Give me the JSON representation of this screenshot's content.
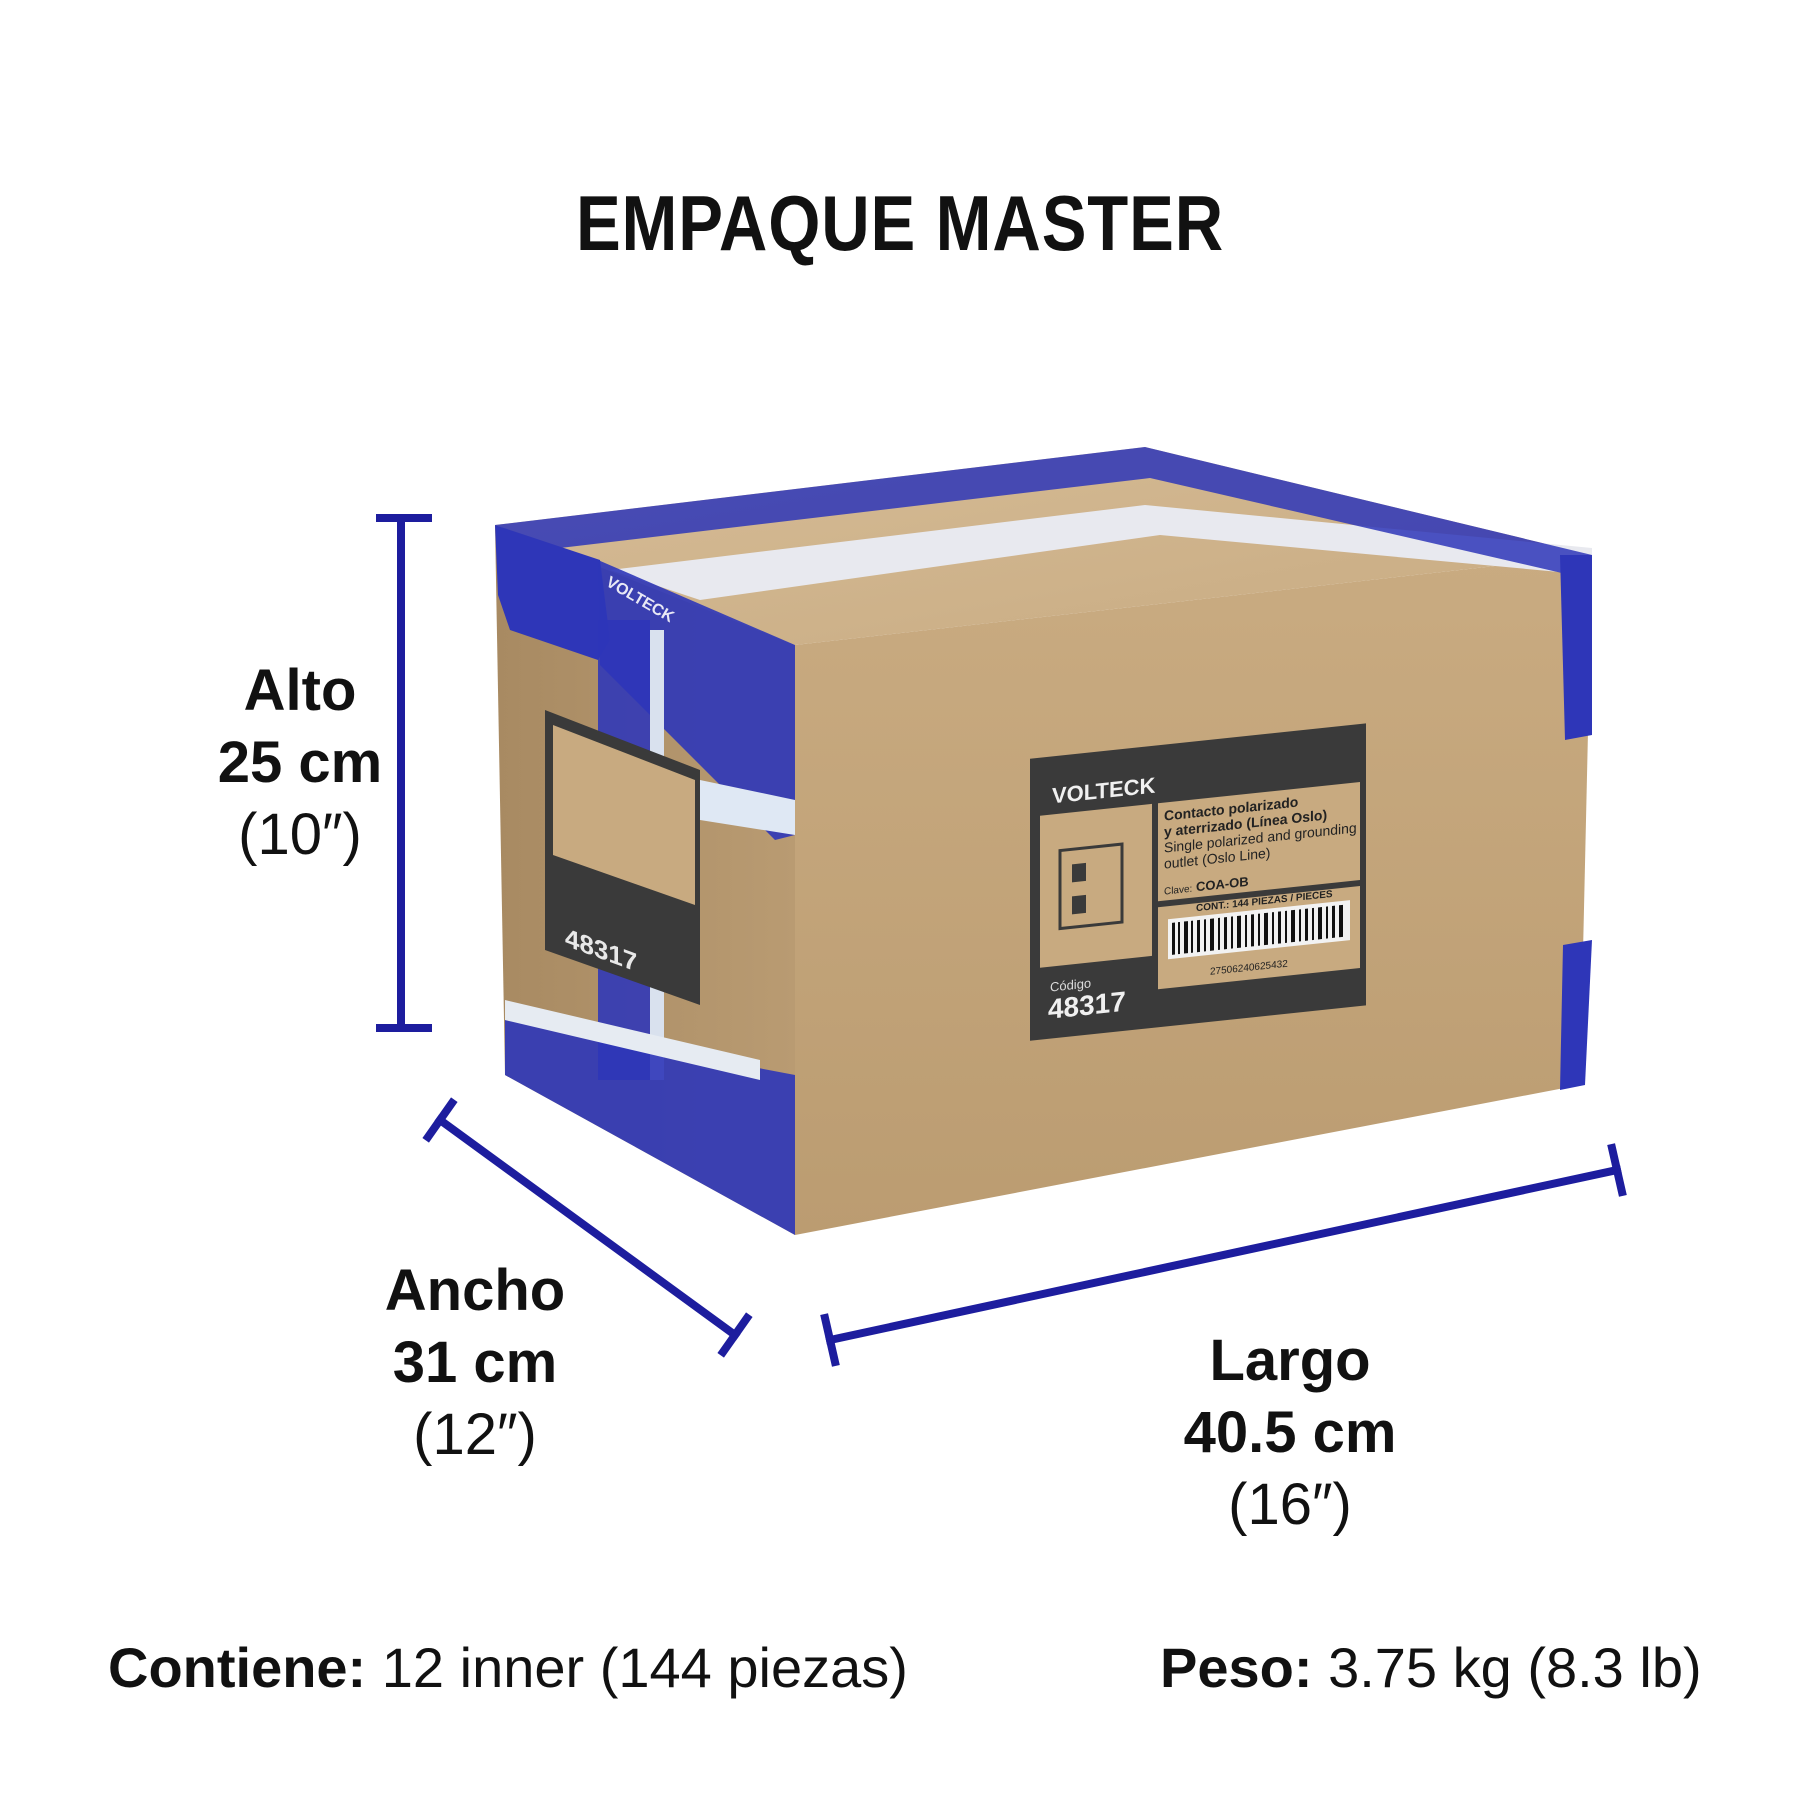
{
  "title": "EMPAQUE MASTER",
  "dimensions": {
    "alto": {
      "label": "Alto",
      "metric": "25 cm",
      "imperial": "(10″)"
    },
    "ancho": {
      "label": "Ancho",
      "metric": "31 cm",
      "imperial": "(12″)"
    },
    "largo": {
      "label": "Largo",
      "metric": "40.5 cm",
      "imperial": "(16″)"
    }
  },
  "footer": {
    "contents_label": "Contiene:",
    "contents_value": "12 inner (144 piezas)",
    "weight_label": "Peso:",
    "weight_value": "3.75 kg (8.3 lb)"
  },
  "box_label": {
    "brand": "VOLTECK",
    "product_es_1": "Contacto polarizado",
    "product_es_2": "y aterrizado (Línea Oslo)",
    "product_en_1": "Single polarized and grounding",
    "product_en_2": "outlet (Oslo Line)",
    "clave_label": "Clave:",
    "clave_value": "COA-OB",
    "contents": "CONT.: 144 PIEZAS / PIECES",
    "barcode_number": "27506240625432",
    "codigo_label": "Código",
    "codigo_value": "48317"
  },
  "tape_text": "VOLTECK",
  "colors": {
    "dimension_line": "#1d1d9e",
    "cardboard_front": "#c4a67d",
    "cardboard_top": "#cdb28b",
    "cardboard_side": "#b4966d",
    "tape_blue": "#2e36b8",
    "label_dark": "#3a3a3a"
  }
}
